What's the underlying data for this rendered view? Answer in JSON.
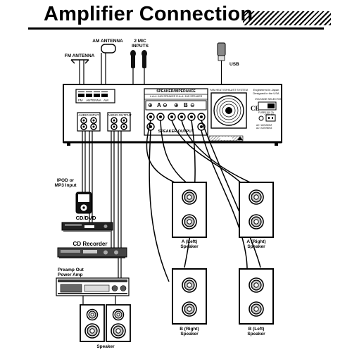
{
  "title": "Amplifier Connection",
  "antennas": {
    "am": "AM ANTENNA",
    "fm": "FM ANTENNA"
  },
  "mic": {
    "label_line1": "2 MIC",
    "label_line2": "INPUTS"
  },
  "usb": "USB",
  "amp_panel": {
    "speaker_impedance": "SPEAKER/IMPEDANCE",
    "speaker_spec": "L-A=4~16Ω SPEAKER  R-A=4~16Ω SPEAKER",
    "speaker_output": "SPEAKER OUTPUT",
    "fan": "FAN HEAT EXHAUST SYSTEM",
    "engineered": "Engineered in Japan",
    "designed": "Designed in the USA",
    "voltage_selector": "VOLTAGE SELECTOR",
    "fuse": "FUSE",
    "fuse_rating_1": "~110V 7A",
    "fuse_rating_2": "~220V 5A",
    "ac_rating_1": "AC~110V/60HZ",
    "ac_rating_2": "AC~220V/50HZ",
    "audio_input": "AUDIO INPUT",
    "audio_output": "AUDIO OUTPUT",
    "antenna_jack": "ANTENNA",
    "fm_jack": "FM",
    "am_jack": "AM"
  },
  "devices": {
    "ipod_line1": "IPOD or",
    "ipod_line2": "MP3 Input",
    "cd_dvd": "CD/DVD",
    "cd_recorder": "CD Recorder",
    "preamp_line1": "Preamp Out",
    "preamp_line2": "Power Amp"
  },
  "speakers": {
    "a_left_line1": "A (Left)",
    "a_left_line2": "Speaker",
    "a_right_line1": "A (Right)",
    "a_right_line2": "Speaker",
    "b_right_line1": "B (Right)",
    "b_right_line2": "Speaker",
    "b_left_line1": "B (Left)",
    "b_left_line2": "Speaker",
    "bottom": "Speaker"
  }
}
